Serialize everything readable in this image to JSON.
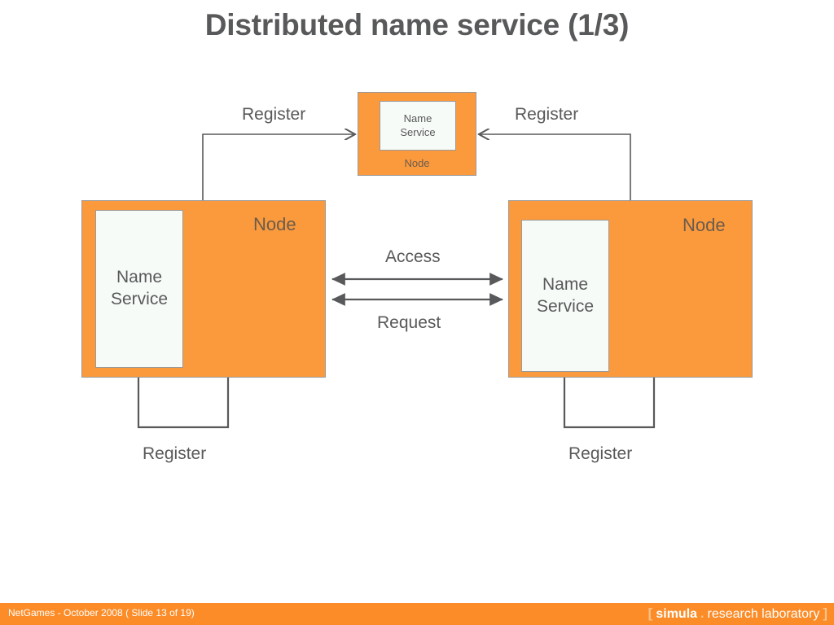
{
  "slide": {
    "title": "Distributed name service (1/3)"
  },
  "diagram": {
    "nodes": [
      {
        "id": "node-top",
        "caption": "Node",
        "service_line1": "Name",
        "service_line2": "Service"
      },
      {
        "id": "node-left",
        "caption": "Node",
        "service_line1": "Name",
        "service_line2": "Service"
      },
      {
        "id": "node-right",
        "caption": "Node",
        "service_line1": "Name",
        "service_line2": "Service"
      }
    ],
    "labels": {
      "register_top_left": "Register",
      "register_top_right": "Register",
      "access": "Access",
      "request": "Request",
      "register_bottom_left": "Register",
      "register_bottom_right": "Register"
    },
    "colors": {
      "node_fill": "#fb9a3c",
      "node_stroke": "#9a9a9a",
      "service_fill": "#f7fbf7",
      "text": "#58595b",
      "arrow": "#58595b"
    }
  },
  "footer": {
    "left_text": "NetGames - October 2008 ( Slide 13 of 19)",
    "logo_bracket_open": "[",
    "logo_name": "simula",
    "logo_dot": ".",
    "logo_rest": "research laboratory",
    "logo_bracket_close": "]",
    "bar_color": "#fb8c28"
  }
}
